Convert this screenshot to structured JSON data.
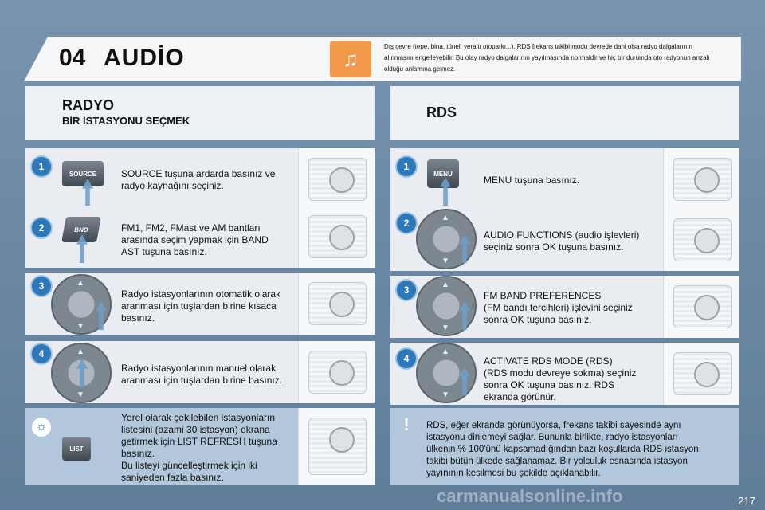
{
  "header": {
    "chapter_number": "04",
    "chapter_title": "AUDİO",
    "notice": "Dış çevre (tepe, bina, tünel, yeraltı otoparkı...), RDS frekans takibi modu devrede dahi olsa radyo dalgalarının alınmasını engelleyebilir. Bu olay radyo dalgalarının yayılmasında normaldir ve hiç bir durumda oto radyonun arızalı olduğu anlamına gelmez."
  },
  "left": {
    "title": "RADYO",
    "subtitle": "BİR İSTASYONU SEÇMEK",
    "steps": [
      {
        "num": "1",
        "button_label": "SOURCE",
        "text": "SOURCE tuşuna ardarda basınız ve\nradyo kaynağını seçiniz."
      },
      {
        "num": "2",
        "button_label": "BND",
        "text": "FM1, FM2, FMast ve AM bantları\narasında seçim yapmak için BAND\nAST tuşuna basınız."
      },
      {
        "num": "3",
        "text": "Radyo istasyonlarının otomatik olarak\naranması için tuşlardan birine kısaca\nbasınız."
      },
      {
        "num": "4",
        "text": "Radyo istasyonlarının manuel olarak\naranması için tuşlardan birine basınız."
      }
    ],
    "tip": {
      "button_label": "LIST",
      "text": "Yerel olarak çekilebilen istasyonların\nlistesini (azami 30 istasyon) ekrana\ngetirmek için LIST REFRESH tuşuna\nbasınız.\nBu listeyi güncelleştirmek için iki\nsaniyeden fazla basınız."
    }
  },
  "right": {
    "title": "RDS",
    "steps": [
      {
        "num": "1",
        "button_label": "MENU",
        "text": "MENU tuşuna basınız."
      },
      {
        "num": "2",
        "text": "AUDIO FUNCTIONS (audio işlevleri)\nseçiniz sonra OK tuşuna basınız."
      },
      {
        "num": "3",
        "text": "FM BAND PREFERENCES\n(FM bandı tercihleri) işlevini seçiniz\nsonra OK tuşuna basınız."
      },
      {
        "num": "4",
        "text": "ACTIVATE RDS MODE (RDS)\n(RDS modu devreye sokma) seçiniz\nsonra OK tuşuna basınız. RDS\nekranda görünür."
      }
    ],
    "warning": {
      "text": "RDS, eğer ekranda görünüyorsa, frekans takibi sayesinde aynı\nistasyonu dinlemeyi sağlar. Bununla birlikte, radyo istasyonları\nülkenin % 100'ünü kapsamadığından bazı koşullarda RDS istasyon\ntakibi bütün ülkede sağlanamaz. Bir yolculuk esnasında istasyon\nyayınının kesilmesi bu şekilde açıklanabilir."
    }
  },
  "page_number": "217",
  "watermark": "carmanualsonline.info"
}
